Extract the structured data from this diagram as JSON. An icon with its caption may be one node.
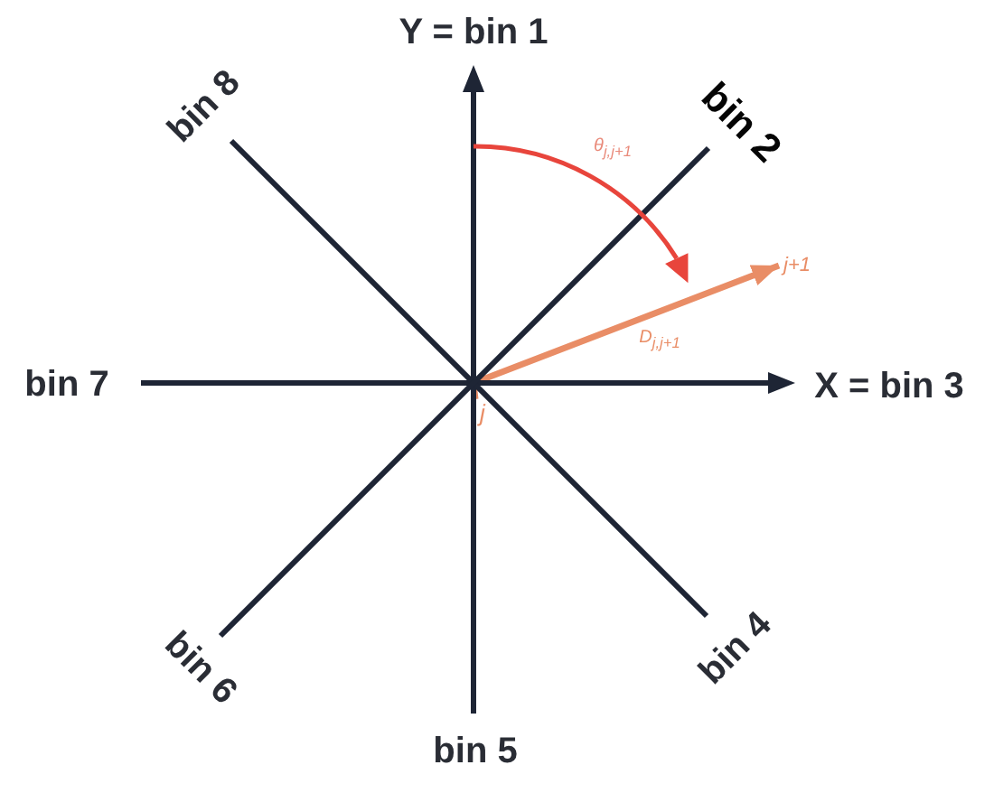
{
  "diagram": {
    "nodes": [
      {
        "text": [
          "j"
        ]
      },
      {
        "text": [
          "j+1"
        ]
      }
    ],
    "edges": [
      {
        "from": 0,
        "to": 1,
        "arrow": "to",
        "label": "D$_{j,j+1}$",
        "color": "#e98d66"
      }
    ],
    "labels": [
      "Y = bin 1",
      "bin 8",
      "bin 2",
      "θ$_{j,j+1}$",
      "bin 7",
      "X = bin 3",
      "bin 6",
      "bin 4",
      "bin 5"
    ]
  }
}
